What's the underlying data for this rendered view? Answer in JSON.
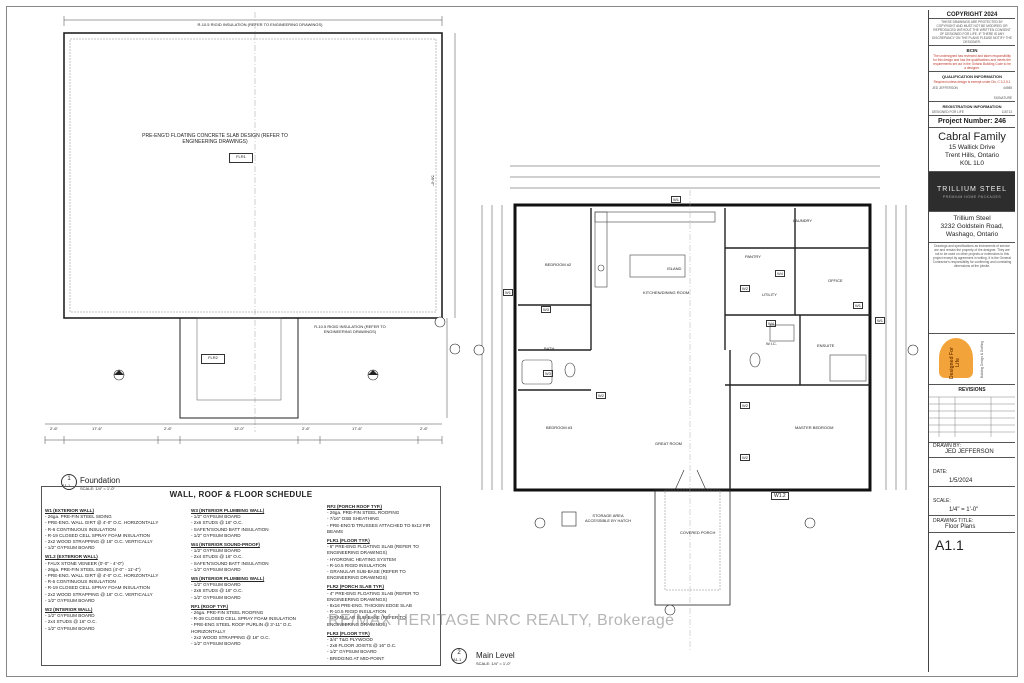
{
  "sheet": {
    "copyright": "COPYRIGHT 2024",
    "copyright_note": "THESE DRAWINGS ARE PROTECTED BY COPYRIGHT AND MUST NOT BE MODIFIED OR REPRODUCED WITHOUT THE WRITTEN CONSENT OF DESIGNED FOR LIFE. IF THERE IS ANY DISCREPANCY ON THE PLANS PLEASE NOTIFY THE DESIGNER.",
    "bcin_heading": "BCIN",
    "bcin_note": "The undersigned has reviewed and taken responsibility for this design and has the qualifications and meets the requirements set out in the Ontario Building Code to be a designer.",
    "qualification_heading": "QUALIFICATION INFORMATION",
    "qualification_note": "Required unless design is exempt under Div. C 3.2.5.1",
    "designer_name": "JED JEFFERSON",
    "designer_bcin": "44985",
    "signature_label": "SIGNATURE",
    "registration_label": "REGISTRATION INFORMATION",
    "firm_label": "DESIGNED FOR LIFE",
    "firm_bcin": "115713",
    "project_number": "Project Number: 246",
    "client_name": "Cabral Family",
    "client_address1": "15 Wallick Drive",
    "client_address2": "Trent Hills, Ontario",
    "client_postal": "K0L 1L0",
    "supplier_logo": "TRILLIUM STEEL",
    "supplier_logo_sub": "PREMIUM HOME PACKAGES",
    "supplier_name": "Trillium Steel",
    "supplier_address1": "3232 Goldstein Road,",
    "supplier_address2": "Washago, Ontario",
    "disclaimer": "Drawings and specifications as instruments of service are and remain the property of the designer. They are not to be used on other projects or extensions to this project except by agreement in writing. It is the General Contractor's responsibility for confirming and correlating dimensions at the jobsite.",
    "designer_brand": "Designed For Life",
    "designer_brand_sub": "Building Design & Drafting",
    "revisions_title": "REVISIONS",
    "drawn_by_label": "DRAWN BY:",
    "drawn_by": "JED JEFFERSON",
    "date_label": "DATE:",
    "date": "1/5/2024",
    "scale_label": "SCALE:",
    "scale": "1/4\" = 1'-0\"",
    "drawing_title_label": "DRAWING TITLE:",
    "drawing_title": "Floor Plans",
    "sheet_number": "A1.1"
  },
  "foundation": {
    "slab_note": "PRE-ENG'D FLOATING CONCRETE SLAB DESIGN (REFER TO ENGINEERING DRAWINGS)",
    "insulation_top": "R-10.5 RIGID INSULATION (REFER TO ENGINEERING DRAWINGS)",
    "insulation_porch": "R-10.5 RIGID INSULATION (REFER TO ENGINEERING DRAWINGS)",
    "tag1": "FLR1",
    "tag2": "FLR2",
    "dims_bottom": [
      "2'-6\"",
      "17'-6\"",
      "2'-6\"",
      "12'-0\"",
      "2'-6\"",
      "17'-6\"",
      "2'-6\""
    ],
    "dim_overall": "56'-0\"",
    "title_num": "1",
    "title_ref": "A1.1",
    "title": "Foundation",
    "scale": "SCALE: 1/4\" = 1'-0\""
  },
  "main_level": {
    "rooms": [
      "BEDROOM #2",
      "KITCHEN/DINING ROOM",
      "ISLAND",
      "PANTRY",
      "LAUNDRY",
      "BATH",
      "UTILITY",
      "OFFICE",
      "W.I.C.",
      "ENSUITE",
      "BEDROOM #3",
      "GREAT ROOM",
      "MASTER BEDROOM",
      "COVERED PORCH"
    ],
    "storage_note": "STORAGE AREA ACCESSIBLE BY HATCH",
    "title_num": "2",
    "title_ref": "A1.1",
    "title": "Main Level",
    "scale": "SCALE: 1/4\" = 1'-0\"",
    "wall_tags": [
      "W1",
      "W1",
      "W1",
      "W1",
      "W2",
      "W2",
      "W2",
      "W2",
      "W3",
      "W3",
      "W4",
      "W4",
      "W1.2"
    ]
  },
  "schedule": {
    "title": "WALL, ROOF & FLOOR SCHEDULE",
    "col1": [
      {
        "h": "W1 (EXTERIOR WALL)",
        "lines": [
          "- 26ga. PRE-FIN STEEL SIDING",
          "- PRE-ENG. WALL GIRT @ 4'-0\" O.C. HORIZONTALLY",
          "- R-6 CONTINUOUS INSULATION",
          "- R-19 CLOSED CELL SPRAY FOAM INSULATION",
          "- 2x2 WOOD STRAPPING @ 16\" O.C. VERTICALLY",
          "- 1/2\" GYPSUM BOARD"
        ]
      },
      {
        "h": "W1.2 (EXTERIOR WALL)",
        "lines": [
          "- FAUX STONE VENEER (0'-0\" - 4'-0\")",
          "- 26ga. PRE-FIN STEEL SIDING (4'-0\" - 11'-4\")",
          "- PRE-ENG. WALL GIRT @ 4'-0\" O.C. HORIZONTALLY",
          "- R-6 CONTINUOUS INSULATION",
          "- R-19 CLOSED CELL SPRAY FOAM INSULATION",
          "- 2x2 WOOD STRAPPING @ 16\" O.C. VERTICALLY",
          "- 1/2\" GYPSUM BOARD"
        ]
      },
      {
        "h": "W2 (INTERIOR WALL)",
        "lines": [
          "- 1/2\" GYPSUM BOARD",
          "- 2x4 STUDS @ 16\" O.C.",
          "- 1/2\" GYPSUM BOARD"
        ]
      }
    ],
    "col2": [
      {
        "h": "W3 (INTERIOR PLUMBING WALL)",
        "lines": [
          "- 1/2\" GYPSUM BOARD",
          "- 2x6 STUDS @ 16\" O.C.",
          "- SAFE'N'SOUND BATT INSULATION",
          "- 1/2\" GYPSUM BOARD"
        ]
      },
      {
        "h": "W4 (INTERIOR SOUND-PROOF)",
        "lines": [
          "- 1/2\" GYPSUM BOARD",
          "- 2x4 STUDS @ 16\" O.C.",
          "- SAFE'N'SOUND BATT INSULATION",
          "- 1/2\" GYPSUM BOARD"
        ]
      },
      {
        "h": "W5 (INTERIOR PLUMBING WALL)",
        "lines": [
          "- 1/2\" GYPSUM BOARD",
          "- 2x6 STUDS @ 16\" O.C.",
          "- 1/2\" GYPSUM BOARD"
        ]
      },
      {
        "h": "RF1 (ROOF TYP.)",
        "lines": [
          "- 26ga. PRE-FIN STEEL ROOFING",
          "- R-39 CLOSED CELL SPRAY FOAM INSULATION",
          "- PRE-ENG STEEL ROOF PURLIN @ 3'-11\" O.C. HORIZONTALLY",
          "- 2x2 WOOD STRAPPING @ 16\" O.C.",
          "- 1/2\" GYPSUM BOARD"
        ]
      }
    ],
    "col3": [
      {
        "h": "RF2 (PORCH ROOF TYP.)",
        "lines": [
          "- 26ga. PRE-FIN STEEL ROOFING",
          "- 7/16\" OSB SHEATHING",
          "- PRE-ENG'D TRUSSES ATTACHED TO 6x12 FIR BEAMS"
        ]
      },
      {
        "h": "FLR1 (FLOOR TYP.)",
        "lines": [
          "- 6\" PRE-ENG FLOATING SLAB (REFER TO ENGINEERING DRAWINGS)",
          "- HYDRONIC HEATING SYSTEM",
          "- R-10.5 RIGID INSULATION",
          "- GRANULAR SUB-BASE (REFER TO ENGINEERING DRAWINGS)"
        ]
      },
      {
        "h": "FLR2 (PORCH SLAB TYP.)",
        "lines": [
          "- 4\" PRE-ENG FLOATING SLAB (REFER TO ENGINEERING DRAWINGS)",
          "- 8x16 PRE-ENG. THICKEN EDGE SLAB",
          "- R-10.5 RIGID INSULATION",
          "- GRANULAR SUB-BASE (REFER TO ENGINEERING DRAWINGS)"
        ]
      },
      {
        "h": "FLR3 (FLOOR TYP.)",
        "lines": [
          "- 3/4\" T&G PLYWOOD",
          "- 2x8 FLOOR JOISTS @ 16\" O.C.",
          "- 1/2\" GYPSUM BOARD",
          "- BRIDGING AT MID-POINT"
        ]
      }
    ]
  },
  "watermark": "RE/MAX HERITAGE NRC REALTY, Brokerage"
}
